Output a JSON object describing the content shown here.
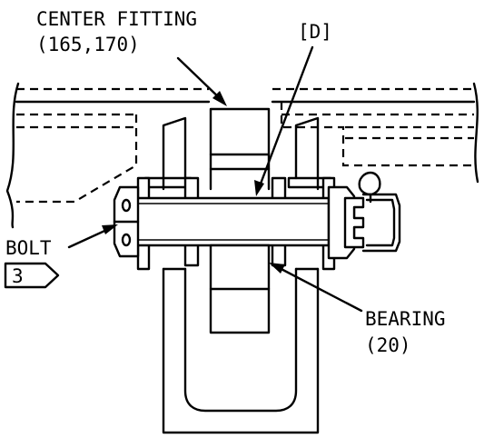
{
  "labels": {
    "center_fitting_line1": "CENTER FITTING",
    "center_fitting_line2": "(165,170)",
    "datum": "[D]",
    "bolt": "BOLT",
    "bolt_callout": "3",
    "bearing_line1": "BEARING",
    "bearing_line2": "(20)"
  },
  "colors": {
    "ink": "#000000",
    "paper": "#ffffff"
  }
}
